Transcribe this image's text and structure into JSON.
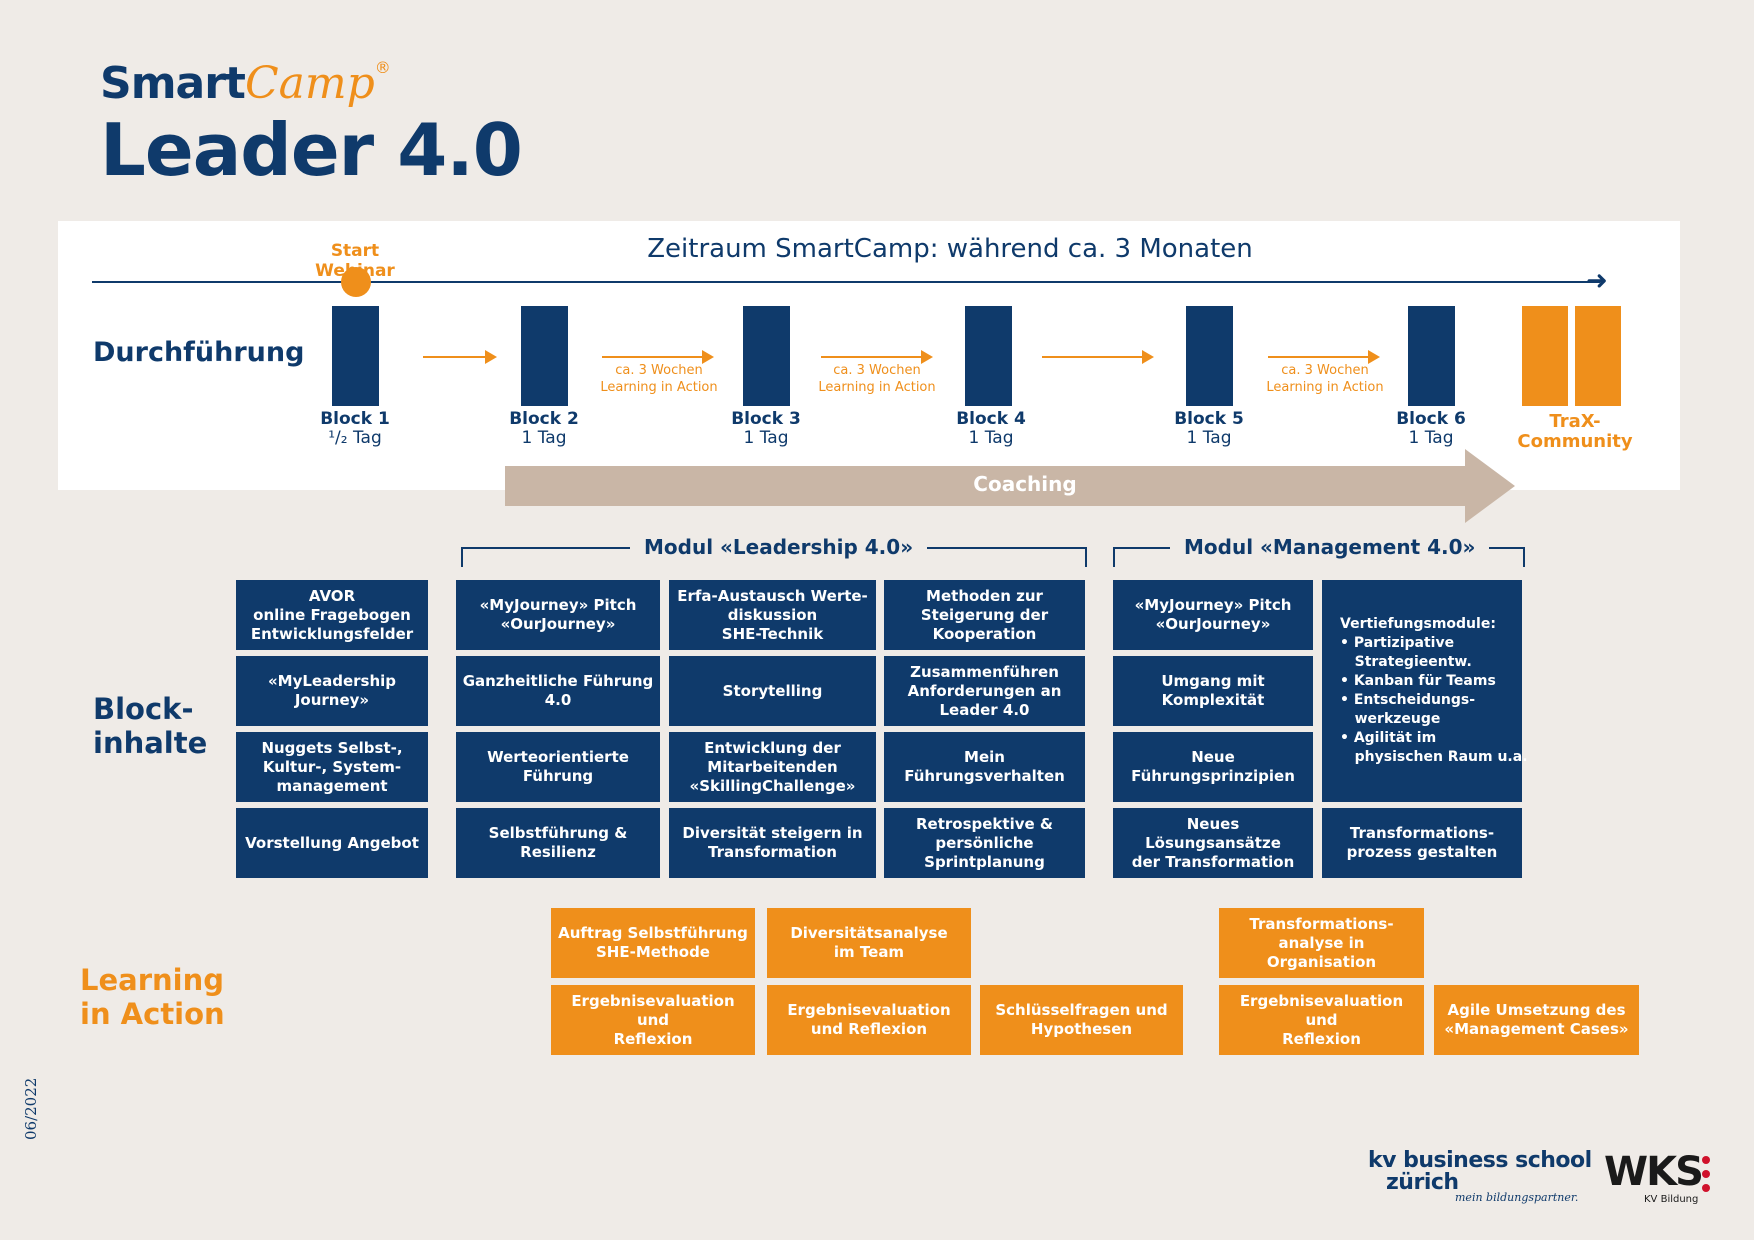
{
  "header": {
    "brand_smart": "Smart",
    "brand_camp": "Camp",
    "brand_reg": "®",
    "title": "Leader 4.0"
  },
  "timeline": {
    "period": "Zeitraum SmartCamp: während ca. 3 Monaten",
    "start_label": "Start Webinar",
    "row_label": "Durchführung",
    "blocks": [
      {
        "name": "Block 1",
        "duration": "¹/₂ Tag"
      },
      {
        "name": "Block 2",
        "duration": "1 Tag"
      },
      {
        "name": "Block 3",
        "duration": "1 Tag"
      },
      {
        "name": "Block 4",
        "duration": "1 Tag"
      },
      {
        "name": "Block 5",
        "duration": "1 Tag"
      },
      {
        "name": "Block 6",
        "duration": "1 Tag"
      }
    ],
    "gap_notes": [
      {
        "line1": "ca. 3 Wochen",
        "line2": "Learning in Action"
      },
      {
        "line1": "ca. 3 Wochen",
        "line2": "Learning in Action"
      },
      {
        "line1": "ca. 3 Wochen",
        "line2": "Learning in Action"
      }
    ],
    "trax_line1": "TraX-",
    "trax_line2": "Community",
    "coaching": "Coaching"
  },
  "modules": {
    "leadership": "Modul «Leadership 4.0»",
    "management": "Modul «Management 4.0»"
  },
  "row_labels": {
    "block_line1": "Block-",
    "block_line2": "inhalte",
    "lia_line1": "Learning",
    "lia_line2": "in Action"
  },
  "block_contents": {
    "col1": [
      "AVOR\nonline Fragebogen\nEntwicklungsfelder",
      "«MyLeadership\nJourney»",
      "Nuggets Selbst-,\nKultur-, System-\nmanagement",
      "Vorstellung Angebot"
    ],
    "col2": [
      "«MyJourney» Pitch\n«OurJourney»",
      "Ganzheitliche Führung\n4.0",
      "Werteorientierte\nFührung",
      "Selbstführung &\nResilienz"
    ],
    "col3": [
      "Erfa-Austausch Werte-\ndiskussion\nSHE-Technik",
      "Storytelling",
      "Entwicklung der\nMitarbeitenden\n«SkillingChallenge»",
      "Diversität steigern in\nTransformation"
    ],
    "col4": [
      "Methoden zur\nSteigerung der\nKooperation",
      "Zusammenführen\nAnforderungen an\nLeader 4.0",
      "Mein Führungsverhalten",
      "Retrospektive &\npersönliche\nSprintplanung"
    ],
    "col5": [
      "«MyJourney» Pitch\n«OurJourney»",
      "Umgang mit\nKomplexität",
      "Neue\nFührungsprinzipien",
      "Neues Lösungsansätze\nder Transformation"
    ],
    "col6_big": "Vertiefungsmodule:\n• Partizipative\n   Strategieentw.\n• Kanban für Teams\n• Entscheidungs-\n   werkzeuge\n• Agilität im\n   physischen Raum u.a.",
    "col6_bottom": "Transformations-\nprozess gestalten"
  },
  "learning_in_action": {
    "r1": [
      "Auftrag Selbstführung\nSHE-Methode",
      "Diversitätsanalyse\nim Team",
      "Transformations-\nanalyse in Organisation"
    ],
    "r2": [
      "Ergebnisevaluation und\nReflexion",
      "Ergebnisevaluation\nund Reflexion",
      "Schlüsselfragen und\nHypothesen",
      "Ergebnisevaluation und\nReflexion",
      "Agile Umsetzung des\n«Management Cases»"
    ]
  },
  "footer": {
    "date": "06/2022",
    "kv_line1": "kv business school",
    "kv_line2": "zürich",
    "kv_tagline": "mein bildungspartner.",
    "wks": "WKS",
    "wks_sub": "KV Bildung"
  },
  "colors": {
    "navy": "#0f3a6b",
    "orange": "#ef8f1b",
    "coaching": "#c9b6a6",
    "background": "#efebe7"
  }
}
